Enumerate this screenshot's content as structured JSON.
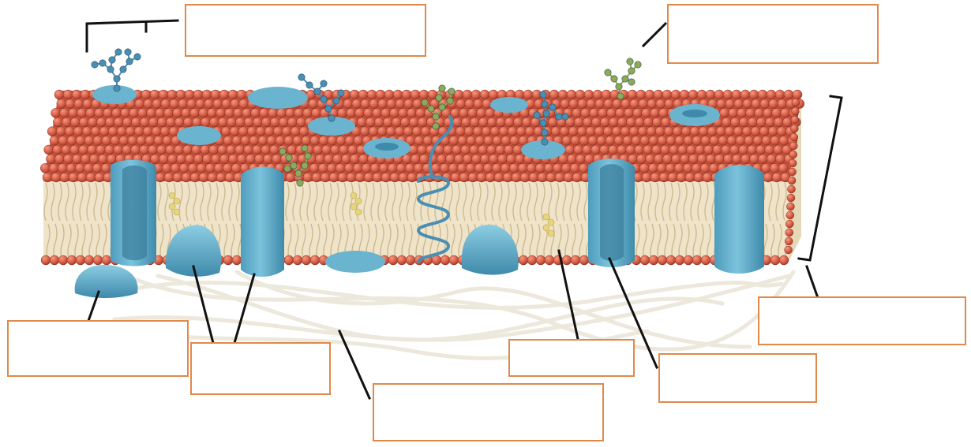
{
  "diagram": {
    "subject": "",
    "colors": {
      "phospholipid_head": "#d9604a",
      "phospholipid_head_highlight": "#f08a70",
      "lipid_tail": "#e9dcc0",
      "protein": "#6bb4cf",
      "protein_shadow": "#3f8aab",
      "glycan_blue": "#4a8fb3",
      "glycan_green": "#8eaa55",
      "cholesterol": "#e7d57c",
      "cytoskeleton": "#ece8dc",
      "leader_line": "#111111",
      "label_border": "#e0894a"
    },
    "labels": [
      {
        "id": "label-1",
        "text": ""
      },
      {
        "id": "label-2",
        "text": ""
      },
      {
        "id": "label-3",
        "text": ""
      },
      {
        "id": "label-4",
        "text": ""
      },
      {
        "id": "label-5",
        "text": ""
      },
      {
        "id": "label-6",
        "text": ""
      },
      {
        "id": "label-7",
        "text": ""
      },
      {
        "id": "label-8",
        "text": ""
      }
    ]
  }
}
